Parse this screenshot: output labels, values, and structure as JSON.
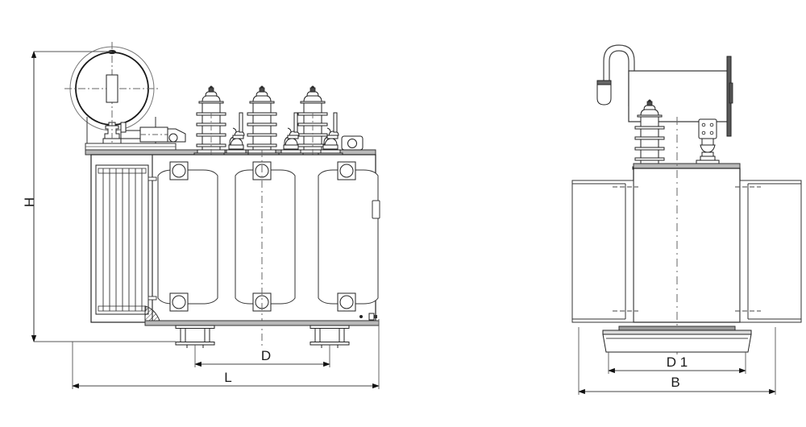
{
  "drawing": {
    "type": "engineering-drawing",
    "subject": "oil-immersed-three-phase-power-transformer",
    "background_color": "#ffffff",
    "line_color": "#222222",
    "thin_line_color": "#555555",
    "fill_gray": "#b8b8b8",
    "center_line_color": "#666666"
  },
  "views": {
    "front": {
      "name": "front-elevation-view",
      "components": {
        "conservator_tank": "conservator-tank",
        "oil_level_gauge": "oil-level-gauge",
        "buchholz_relay": "buchholz-relay",
        "radiator": "radiator-fins",
        "tank_body": "tank-body",
        "hv_bushings": "hv-bushing",
        "lv_bushings": "lv-bushing",
        "lifting_lug": "lifting-lug",
        "nameplate": "nameplate",
        "drain_valve": "drain-valve",
        "base_skid": "base-skid",
        "roller": "roller-i-beam"
      }
    },
    "side": {
      "name": "side-elevation-view",
      "components": {
        "breather": "silica-gel-breather",
        "breather_pipe": "breather-gooseneck-pipe",
        "conservator_tank": "conservator-tank-side",
        "hv_bushing": "hv-bushing-side",
        "lv_terminal": "lv-terminal-pad",
        "tank_body": "tank-body-side",
        "base_channel": "base-channel"
      }
    }
  },
  "dimensions": {
    "front": [
      {
        "id": "H",
        "label": "H",
        "orientation": "vertical",
        "measures": "overall-height"
      },
      {
        "id": "D",
        "label": "D",
        "orientation": "horizontal",
        "measures": "roller-centre-distance"
      },
      {
        "id": "L",
        "label": "L",
        "orientation": "horizontal",
        "measures": "overall-length"
      }
    ],
    "side": [
      {
        "id": "D1",
        "label": "D 1",
        "orientation": "horizontal",
        "measures": "base-channel-width"
      },
      {
        "id": "B",
        "label": "B",
        "orientation": "horizontal",
        "measures": "overall-width"
      }
    ]
  }
}
